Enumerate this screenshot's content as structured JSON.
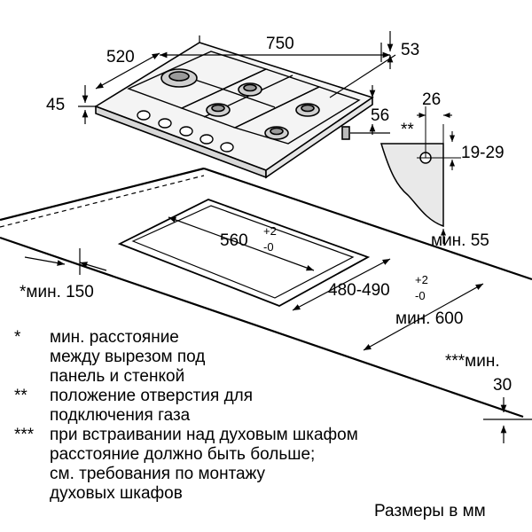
{
  "dimensions": {
    "width_750": "750",
    "depth_520": "520",
    "overhang_53": "53",
    "height_45": "45",
    "gas_26": "26",
    "gas_56": "56",
    "gas_range": "19-29",
    "gas_marker": "**",
    "cutout_width": "560",
    "cutout_width_tol_top": "+2",
    "cutout_width_tol_bottom": "-0",
    "cutout_depth": "480-490",
    "cutout_depth_tol_top": "+2",
    "cutout_depth_tol_bottom": "-0",
    "min_55": "мин. 55",
    "min_150": "*мин. 150",
    "min_600": "мин. 600",
    "min_30_label": "***мин.",
    "min_30_value": "30"
  },
  "legend": [
    {
      "mark": "*",
      "lines": [
        "мин. расстояние",
        "между вырезом под",
        "панель и стенкой"
      ]
    },
    {
      "mark": "**",
      "lines": [
        "положение отверстия для",
        "подключения газа"
      ]
    },
    {
      "mark": "***",
      "lines": [
        "при встраивании над духовым шкафом",
        "расстояние должно быть больше;",
        "см. требования по монтажу",
        "духовых шкафов"
      ]
    }
  ],
  "units_note": "Размеры в мм"
}
